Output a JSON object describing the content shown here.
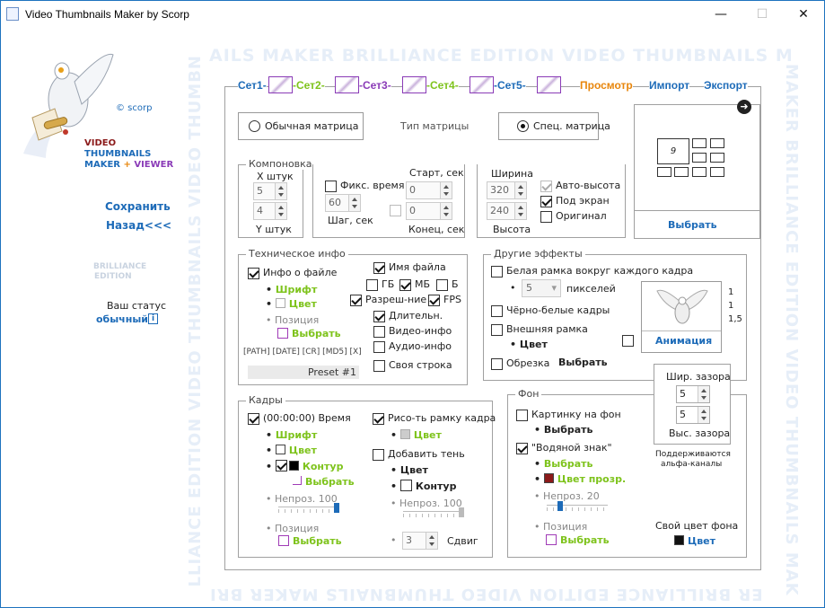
{
  "window": {
    "title": "Video Thumbnails Maker by Scorp",
    "min": "—",
    "max": "☐",
    "close": "✕"
  },
  "watermark": {
    "top": "AILS MAKER BRILLIANCE EDITION VIDEO THUMBNAILS M",
    "right": "MAKER BRILLIANCE EDITION VIDEO THUMBNAILS MAK",
    "bottom": "ER BRILLIANCE EDITION VIDEO THUMBNAILS MAKER BRI",
    "left": "LLIANCE EDITION VIDEO THUMBNAILS VIDEO THUMBN"
  },
  "sidebar": {
    "copyright": "© scorp",
    "logo": {
      "line1": "VIDEO",
      "line2": "THUMBNAILS",
      "line3a": "MAKER",
      "line3b": " + ",
      "line3c": "VIEWER"
    },
    "save": "Сохранить",
    "back": "Назад<<<",
    "brilliance1": "BRILLIANCE",
    "brilliance2": "EDITION",
    "status_label": "Ваш статус",
    "status_value": "обычный",
    "info_icon": "i"
  },
  "tabs": {
    "set1": "Сет1-",
    "set2": "-Сет2-",
    "set3": "-Сет3-",
    "set4": "-Сет4-",
    "set5": "-Сет5-",
    "preview": "Просмотр",
    "import": "Импорт",
    "export": "Экспорт"
  },
  "matrix": {
    "normal": "Обычная матрица",
    "label": "Тип матрицы",
    "special": "Спец. матрица",
    "select": "Выбрать",
    "cell_number": "9"
  },
  "layout": {
    "caption": "Компоновка",
    "x_label": "Х штук",
    "x_value": "5",
    "y_value": "4",
    "y_label": "Y штук",
    "fixed_time": "Фикс. время",
    "start": "Старт, сек",
    "step_value": "60",
    "start_value": "0",
    "end_value": "0",
    "step_label": "Шаг, сек",
    "end_label": "Конец, сек"
  },
  "size": {
    "width": "Ширина",
    "width_value": "320",
    "height_value": "240",
    "height": "Высота",
    "auto_height": "Авто-высота",
    "under_screen": "Под экран",
    "original": "Оригинал"
  },
  "tech": {
    "caption": "Техническое инфо",
    "file_info": "Инфо о файле",
    "font": "Шрифт",
    "color": "Цвет",
    "position": "Позиция",
    "choose": "Выбрать",
    "tags": "[PATH] [DATE] [CR] [MD5] [X]",
    "preset": "Preset #1",
    "file_name": "Имя файла",
    "gb": "ГБ",
    "mb": "МБ",
    "b": "Б",
    "resolution": "Разреш-ние /",
    "fps": "FPS",
    "duration": "Длительн.",
    "video_info": "Видео-инфо",
    "audio_info": "Аудио-инфо",
    "own_line": "Своя строка"
  },
  "effects": {
    "caption": "Другие эффекты",
    "white_frame": "Белая рамка вокруг каждого кадра",
    "px_value": "5",
    "pixels": "пикселей",
    "bw": "Чёрно-белые кадры",
    "outer_frame": "Внешняя рамка",
    "color": "Цвет",
    "crop": "Обрезка",
    "choose": "Выбрать",
    "animation": "Анимация",
    "r1": "1",
    "r2": "1",
    "r3": "1,5"
  },
  "gap": {
    "width_label": "Шир. зазора",
    "width_value": "5",
    "height_value": "5",
    "height_label": "Выс. зазора",
    "alpha": "Поддерживаются",
    "alpha2": "альфа-каналы"
  },
  "frames": {
    "caption": "Кадры",
    "time": "(00:00:00) Время",
    "font": "Шрифт",
    "color": "Цвет",
    "contour": "Контур",
    "choose": "Выбрать",
    "opacity": "Непроз. 100",
    "position": "Позиция",
    "draw_frame": "Рисо-ть рамку кадра",
    "frame_color": "Цвет",
    "add_shadow": "Добавить тень",
    "shadow_color": "Цвет",
    "shadow_contour": "Контур",
    "shadow_opacity": "Непроз. 100",
    "shift_value": "3",
    "shift": "Сдвиг",
    "opacity_level": 1.0,
    "shadow_opacity_level": 1.0
  },
  "bg": {
    "caption": "Фон",
    "picture": "Картинку на фон",
    "choose": "Выбрать",
    "watermark": "\"Водяной знак\"",
    "wm_choose": "Выбрать",
    "transparent_color": "Цвет прозр.",
    "opacity": "Непроз. 20",
    "position": "Позиция",
    "pos_choose": "Выбрать",
    "own_color": "Свой цвет фона",
    "color": "Цвет",
    "opacity_level": 0.2
  },
  "colors": {
    "green": "#7ec31c",
    "blue": "#1d6bb8",
    "purple": "#8a3bb7",
    "orange": "#e8860c",
    "darkred": "#8b1a1a"
  }
}
